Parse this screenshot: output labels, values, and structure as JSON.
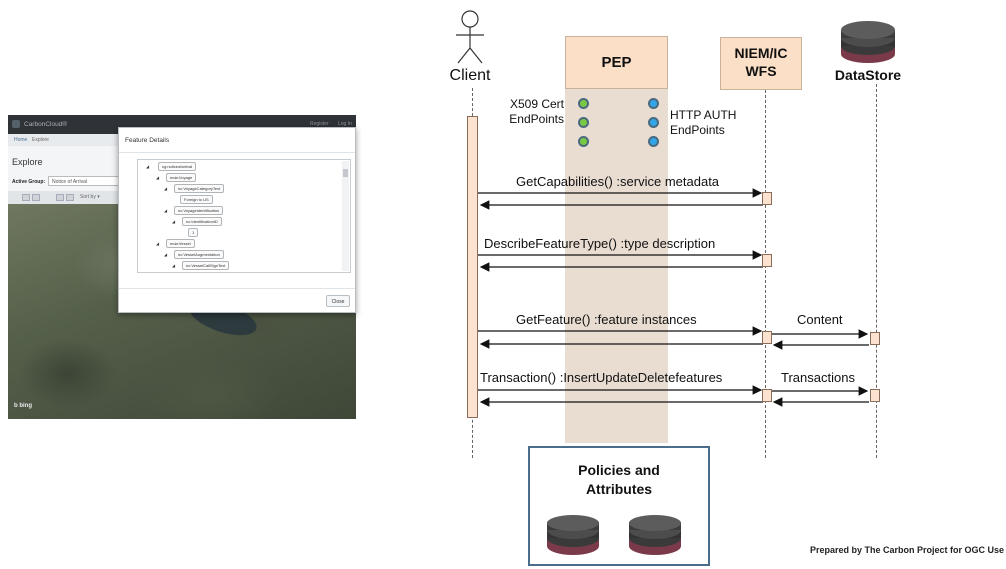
{
  "app": {
    "brand": "CarbonCloud®",
    "nav_links": [
      "Register",
      "Log In"
    ],
    "crumbs": [
      "Home",
      "Explore"
    ],
    "page_title": "Explore",
    "active_group_label": "Active Group:",
    "active_group_value": "Notice of Arrival",
    "toolbar_text": "Sort by ▾",
    "map_logo": "b bing"
  },
  "dialog": {
    "title": "Feature Details",
    "tree": [
      "cg:noticeofarrival",
      "mda:Voyage",
      "nc:VoyageCategoryText",
      "Foreign to US",
      "nc:VoyageIdentification",
      "nc:IdentificationID",
      "1",
      "mda:Vessel",
      "nc:VesselAugmentation",
      "nc:VesselCallSignText"
    ],
    "close_label": "Close"
  },
  "diagram": {
    "actors": {
      "client": "Client",
      "pep": "PEP",
      "wfs": "NIEM/IC WFS",
      "datastore": "DataStore"
    },
    "endpoints_left": "X509 Cert EndPoints",
    "endpoints_right": "HTTP AUTH EndPoints",
    "messages": [
      "GetCapabilities() :service metadata",
      "DescribeFeatureType() :type description",
      "GetFeature() :feature instances",
      "Transaction() :InsertUpdateDeletefeatures"
    ],
    "datastore_messages": [
      "Content",
      "Transactions"
    ],
    "policies": "Policies and Attributes",
    "footer": "Prepared by The Carbon Project for OGC Use"
  },
  "colors": {
    "pep_band": "#e8dcd0",
    "pep_header": "#fbe0c8",
    "activation": "#fbe3d0",
    "green_dot": "#7ac943",
    "blue_dot": "#32a6e6",
    "policies_border": "#4a6d8c"
  }
}
